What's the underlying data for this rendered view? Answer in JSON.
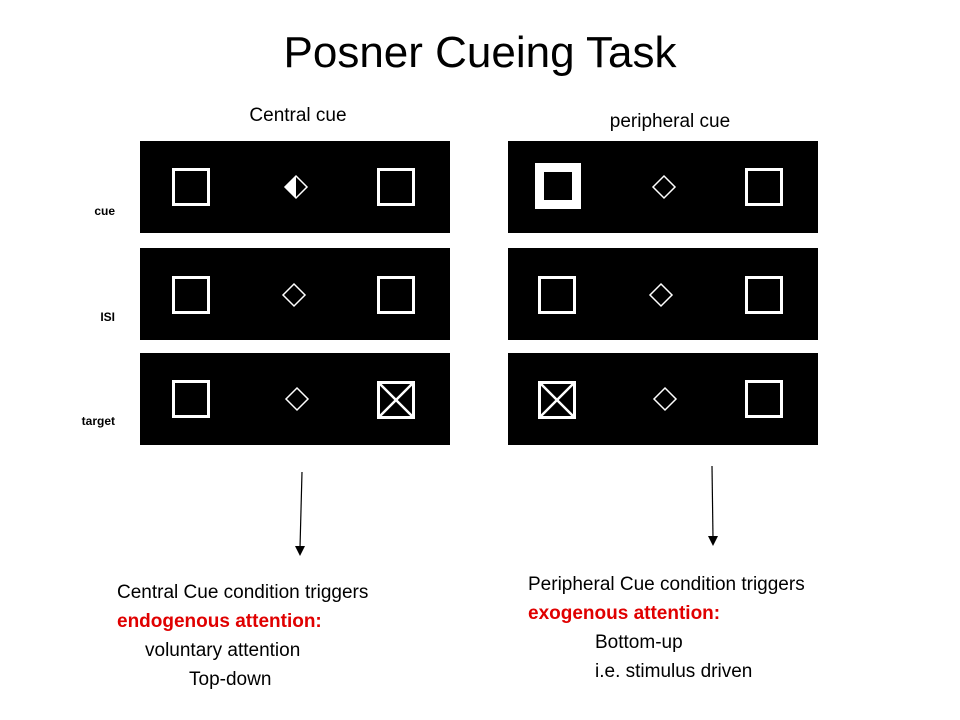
{
  "title": "Posner Cueing Task",
  "columns": {
    "left_title": "Central cue",
    "right_title": "peripheral cue"
  },
  "row_labels": {
    "cue": "cue",
    "isi": "ISI",
    "target": "target"
  },
  "captions": {
    "left": {
      "line1": "Central Cue condition triggers",
      "line2": "endogenous attention:",
      "line3": "voluntary attention",
      "line4": "Top-down"
    },
    "right": {
      "line1": "Peripheral Cue condition triggers",
      "line2": "exogenous attention:",
      "line3": "Bottom-up",
      "line4": "i.e. stimulus driven"
    }
  },
  "colors": {
    "panel": "#000000",
    "stimulus": "#ffffff",
    "highlight": "#e00000"
  }
}
